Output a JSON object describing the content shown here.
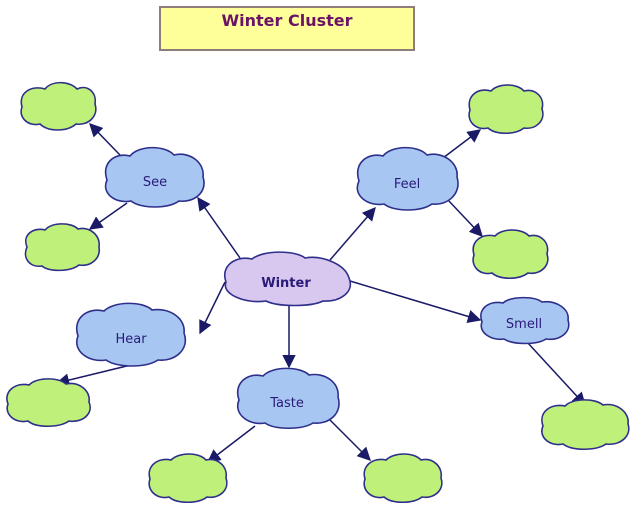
{
  "title": "Winter Cluster",
  "nodes": {
    "center": "Winter",
    "see": "See",
    "feel": "Feel",
    "hear": "Hear",
    "smell": "Smell",
    "taste": "Taste"
  },
  "colors": {
    "center_fill": "#d8c8ef",
    "category_fill": "#a7c7f2",
    "leaf_fill": "#bff07a",
    "outline": "#2e2f8a",
    "arrow": "#1a1a66",
    "title_fill": "#ffff99",
    "title_text": "#6b1366"
  }
}
